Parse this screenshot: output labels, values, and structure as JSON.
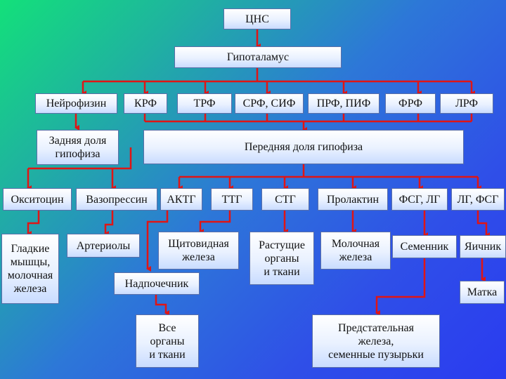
{
  "colors": {
    "arrow": "#e01515",
    "node_border": "#5a6fa8"
  },
  "nodes": {
    "cns": "ЦНС",
    "hypothalamus": "Гипоталамус",
    "neurophysin": "Нейрофизин",
    "krf": "КРФ",
    "trf": "ТРФ",
    "srf_sif": "СРФ, СИФ",
    "prf_pif": "ПРФ, ПИФ",
    "frf": "ФРФ",
    "lrf": "ЛРФ",
    "posterior_pituitary": "Задняя доля\nгипофиза",
    "anterior_pituitary": "Передняя доля гипофиза",
    "oxytocin": "Окситоцин",
    "vasopressin": "Вазопрессин",
    "acth": "АКТГ",
    "tsh": "ТТГ",
    "stg": "СТГ",
    "prolactin": "Пролактин",
    "fsh_lh": "ФСГ, ЛГ",
    "lh_fsh": "ЛГ, ФСГ",
    "smooth_muscle": "Гладкие\nмышцы,\nмолочная\nжелеза",
    "arterioles": "Артериолы",
    "thyroid": "Щитовидная\nжелеза",
    "growing_organs": "Растущие\nорганы\nи ткани",
    "mammary": "Молочная\nжелеза",
    "testis": "Семенник",
    "ovary": "Яичник",
    "adrenal": "Надпочечник",
    "uterus": "Матка",
    "all_organs": "Все\nорганы\nи ткани",
    "prostate": "Предстательная\nжелеза,\nсеменные пузырьки"
  }
}
